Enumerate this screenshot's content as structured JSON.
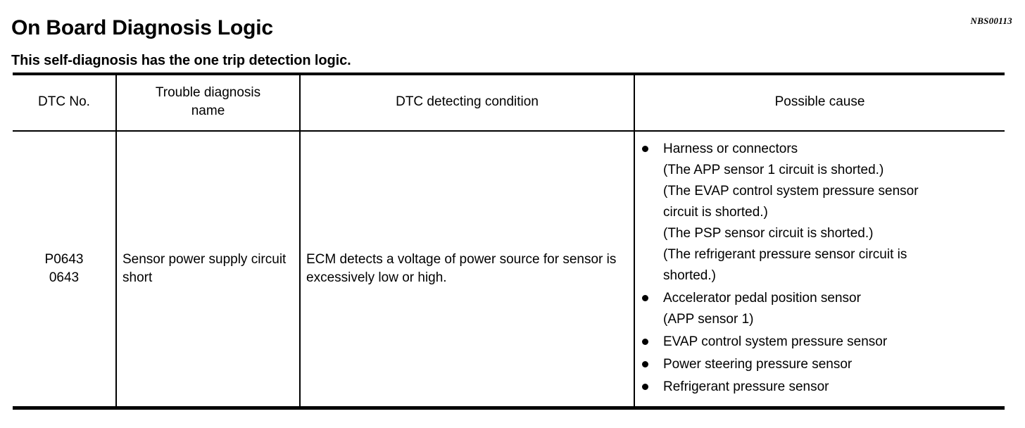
{
  "document": {
    "title": "On Board Diagnosis Logic",
    "reference_code": "NBS00113",
    "subtitle": "This self-diagnosis has the one trip detection logic."
  },
  "table": {
    "headers": [
      "DTC No.",
      "Trouble diagnosis\nname",
      "DTC detecting condition",
      "Possible cause"
    ],
    "rows": [
      {
        "dtc_no": "P0643\n0643",
        "trouble_diagnosis_name": "Sensor power supply circuit short",
        "dtc_detecting_condition": "ECM detects a voltage of power source for sensor is excessively low or high.",
        "possible_cause": [
          {
            "lines": [
              "Harness or connectors",
              "(The APP sensor 1 circuit is shorted.)",
              "(The EVAP control system pressure sensor",
              "circuit is shorted.)",
              "(The PSP sensor circuit is shorted.)",
              "(The refrigerant pressure sensor circuit is",
              "shorted.)"
            ]
          },
          {
            "lines": [
              "Accelerator pedal position sensor",
              "(APP sensor 1)"
            ]
          },
          {
            "lines": [
              "EVAP control system pressure sensor"
            ]
          },
          {
            "lines": [
              "Power steering pressure sensor"
            ]
          },
          {
            "lines": [
              "Refrigerant pressure sensor"
            ]
          }
        ]
      }
    ]
  }
}
